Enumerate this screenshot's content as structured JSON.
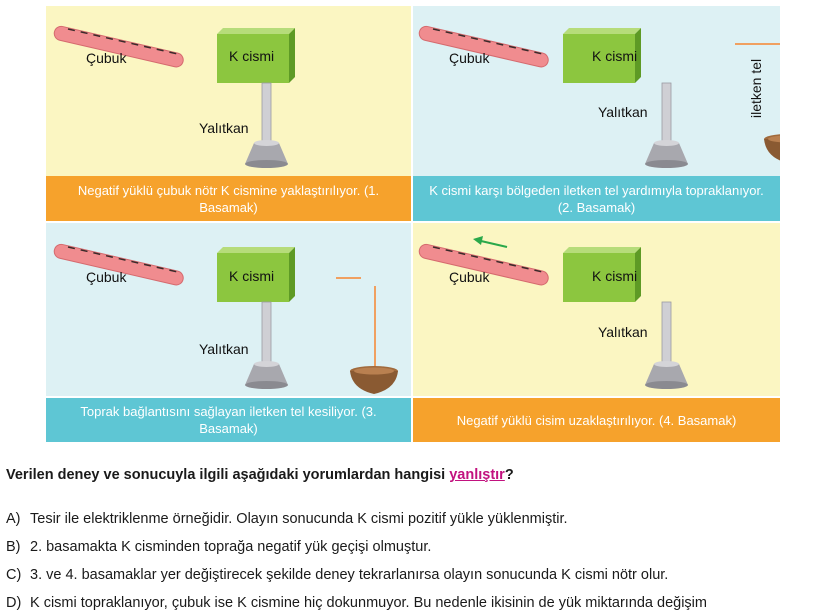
{
  "labels": {
    "rod": "Çubuk",
    "object": "K cismi",
    "insulator": "Yalıtkan",
    "wire": "iletken tel"
  },
  "panels": [
    {
      "caption": "Negatif yüklü çubuk nötr K cismine yaklaştırılıyor. (1. Basamak)",
      "caption_color": "#f6a22c",
      "background": "#fbf6c2"
    },
    {
      "caption": "K cismi karşı bölgeden iletken tel yardımıyla topraklanıyor. (2. Basamak)",
      "caption_color": "#5ec6d4",
      "background": "#ddf1f4"
    },
    {
      "caption": "Toprak bağlantısını sağlayan iletken tel kesiliyor. (3. Basamak)",
      "caption_color": "#5ec6d4",
      "background": "#ddf1f4"
    },
    {
      "caption": "Negatif yüklü cisim uzaklaştırılıyor. (4. Basamak)",
      "caption_color": "#f6a22c",
      "background": "#fbf6c2"
    }
  ],
  "question": {
    "prefix": "Verilen deney ve sonucuyla ilgili aşağıdaki yorumlardan hangisi ",
    "highlight": "yanlıştır",
    "suffix": "?"
  },
  "options": [
    {
      "letter": "A)",
      "text": "Tesir ile elektriklenme örneğidir. Olayın sonucunda K cismi pozitif yükle yüklenmiştir."
    },
    {
      "letter": "B)",
      "text": "2. basamakta K cisminden toprağa negatif yük geçişi olmuştur."
    },
    {
      "letter": "C)",
      "text": "3. ve 4. basamaklar yer değiştirecek şekilde deney tekrarlanırsa olayın sonucunda K cismi nötr olur."
    },
    {
      "letter": "D)",
      "text": "K cismi topraklanıyor, çubuk ise K cismine hiç dokunmuyor. Bu nedenle ikisinin de yük miktarında değişim"
    }
  ],
  "colors": {
    "rod": "#f08c8f",
    "box": "#8cc63f",
    "wire": "#f0a060",
    "arrow": "#2aa84a",
    "highlight": "#c2127f"
  }
}
